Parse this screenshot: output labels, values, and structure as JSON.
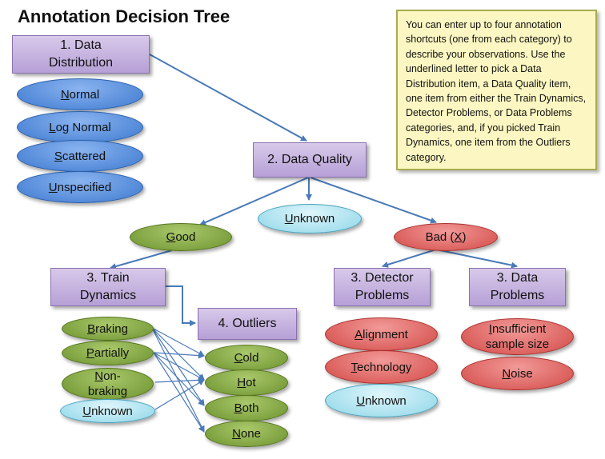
{
  "title": "Annotation Decision Tree",
  "note": "You can enter up to four annotation shortcuts (one from each category) to describe your observations.  Use the underlined letter to pick a Data Distribution item, a Data Quality item, one item from either the Train Dynamics, Detector Problems, or Data Problems categories, and, if you picked Train Dynamics, one item from the Outliers category.",
  "categories": {
    "data_distribution": "1. Data Distribution",
    "data_quality": "2. Data Quality",
    "train_dynamics": "3. Train Dynamics",
    "detector_problems": "3. Detector Problems",
    "data_problems": "3. Data Problems",
    "outliers": "4. Outliers"
  },
  "distribution_items": [
    {
      "key": "N",
      "rest": "ormal"
    },
    {
      "key": "L",
      "rest": "og Normal"
    },
    {
      "key": "S",
      "rest": "cattered"
    },
    {
      "key": "U",
      "rest": "nspecified"
    }
  ],
  "quality": {
    "good": {
      "key": "G",
      "rest": "ood"
    },
    "unknown": {
      "key": "U",
      "rest": "nknown"
    },
    "bad": {
      "pre": "Bad (",
      "key": "X",
      "post": ")"
    }
  },
  "train_items": [
    {
      "key": "B",
      "rest": "raking"
    },
    {
      "key": "P",
      "rest": "artially"
    },
    {
      "key": "N",
      "rest": "on-braking"
    },
    {
      "key": "U",
      "rest": "nknown"
    }
  ],
  "outlier_items": [
    {
      "key": "C",
      "rest": "old"
    },
    {
      "key": "H",
      "rest": "ot"
    },
    {
      "key": "B",
      "rest": "oth"
    },
    {
      "key": "N",
      "rest": "one"
    }
  ],
  "detector_items": [
    {
      "key": "A",
      "rest": "lignment"
    },
    {
      "key": "T",
      "rest": "echnology"
    },
    {
      "key": "U",
      "rest": "nknown"
    }
  ],
  "data_problem_items": [
    {
      "key": "I",
      "rest": "nsufficient sample size"
    },
    {
      "key": "N",
      "rest": "oise"
    }
  ],
  "colors": {
    "category_box": "#c6b4e0",
    "distribution": "#5b8fe0",
    "unknown": "#b3e6f2",
    "good_branch": "#86a84a",
    "bad_branch": "#e06a67",
    "connector": "#4a7ab8"
  }
}
